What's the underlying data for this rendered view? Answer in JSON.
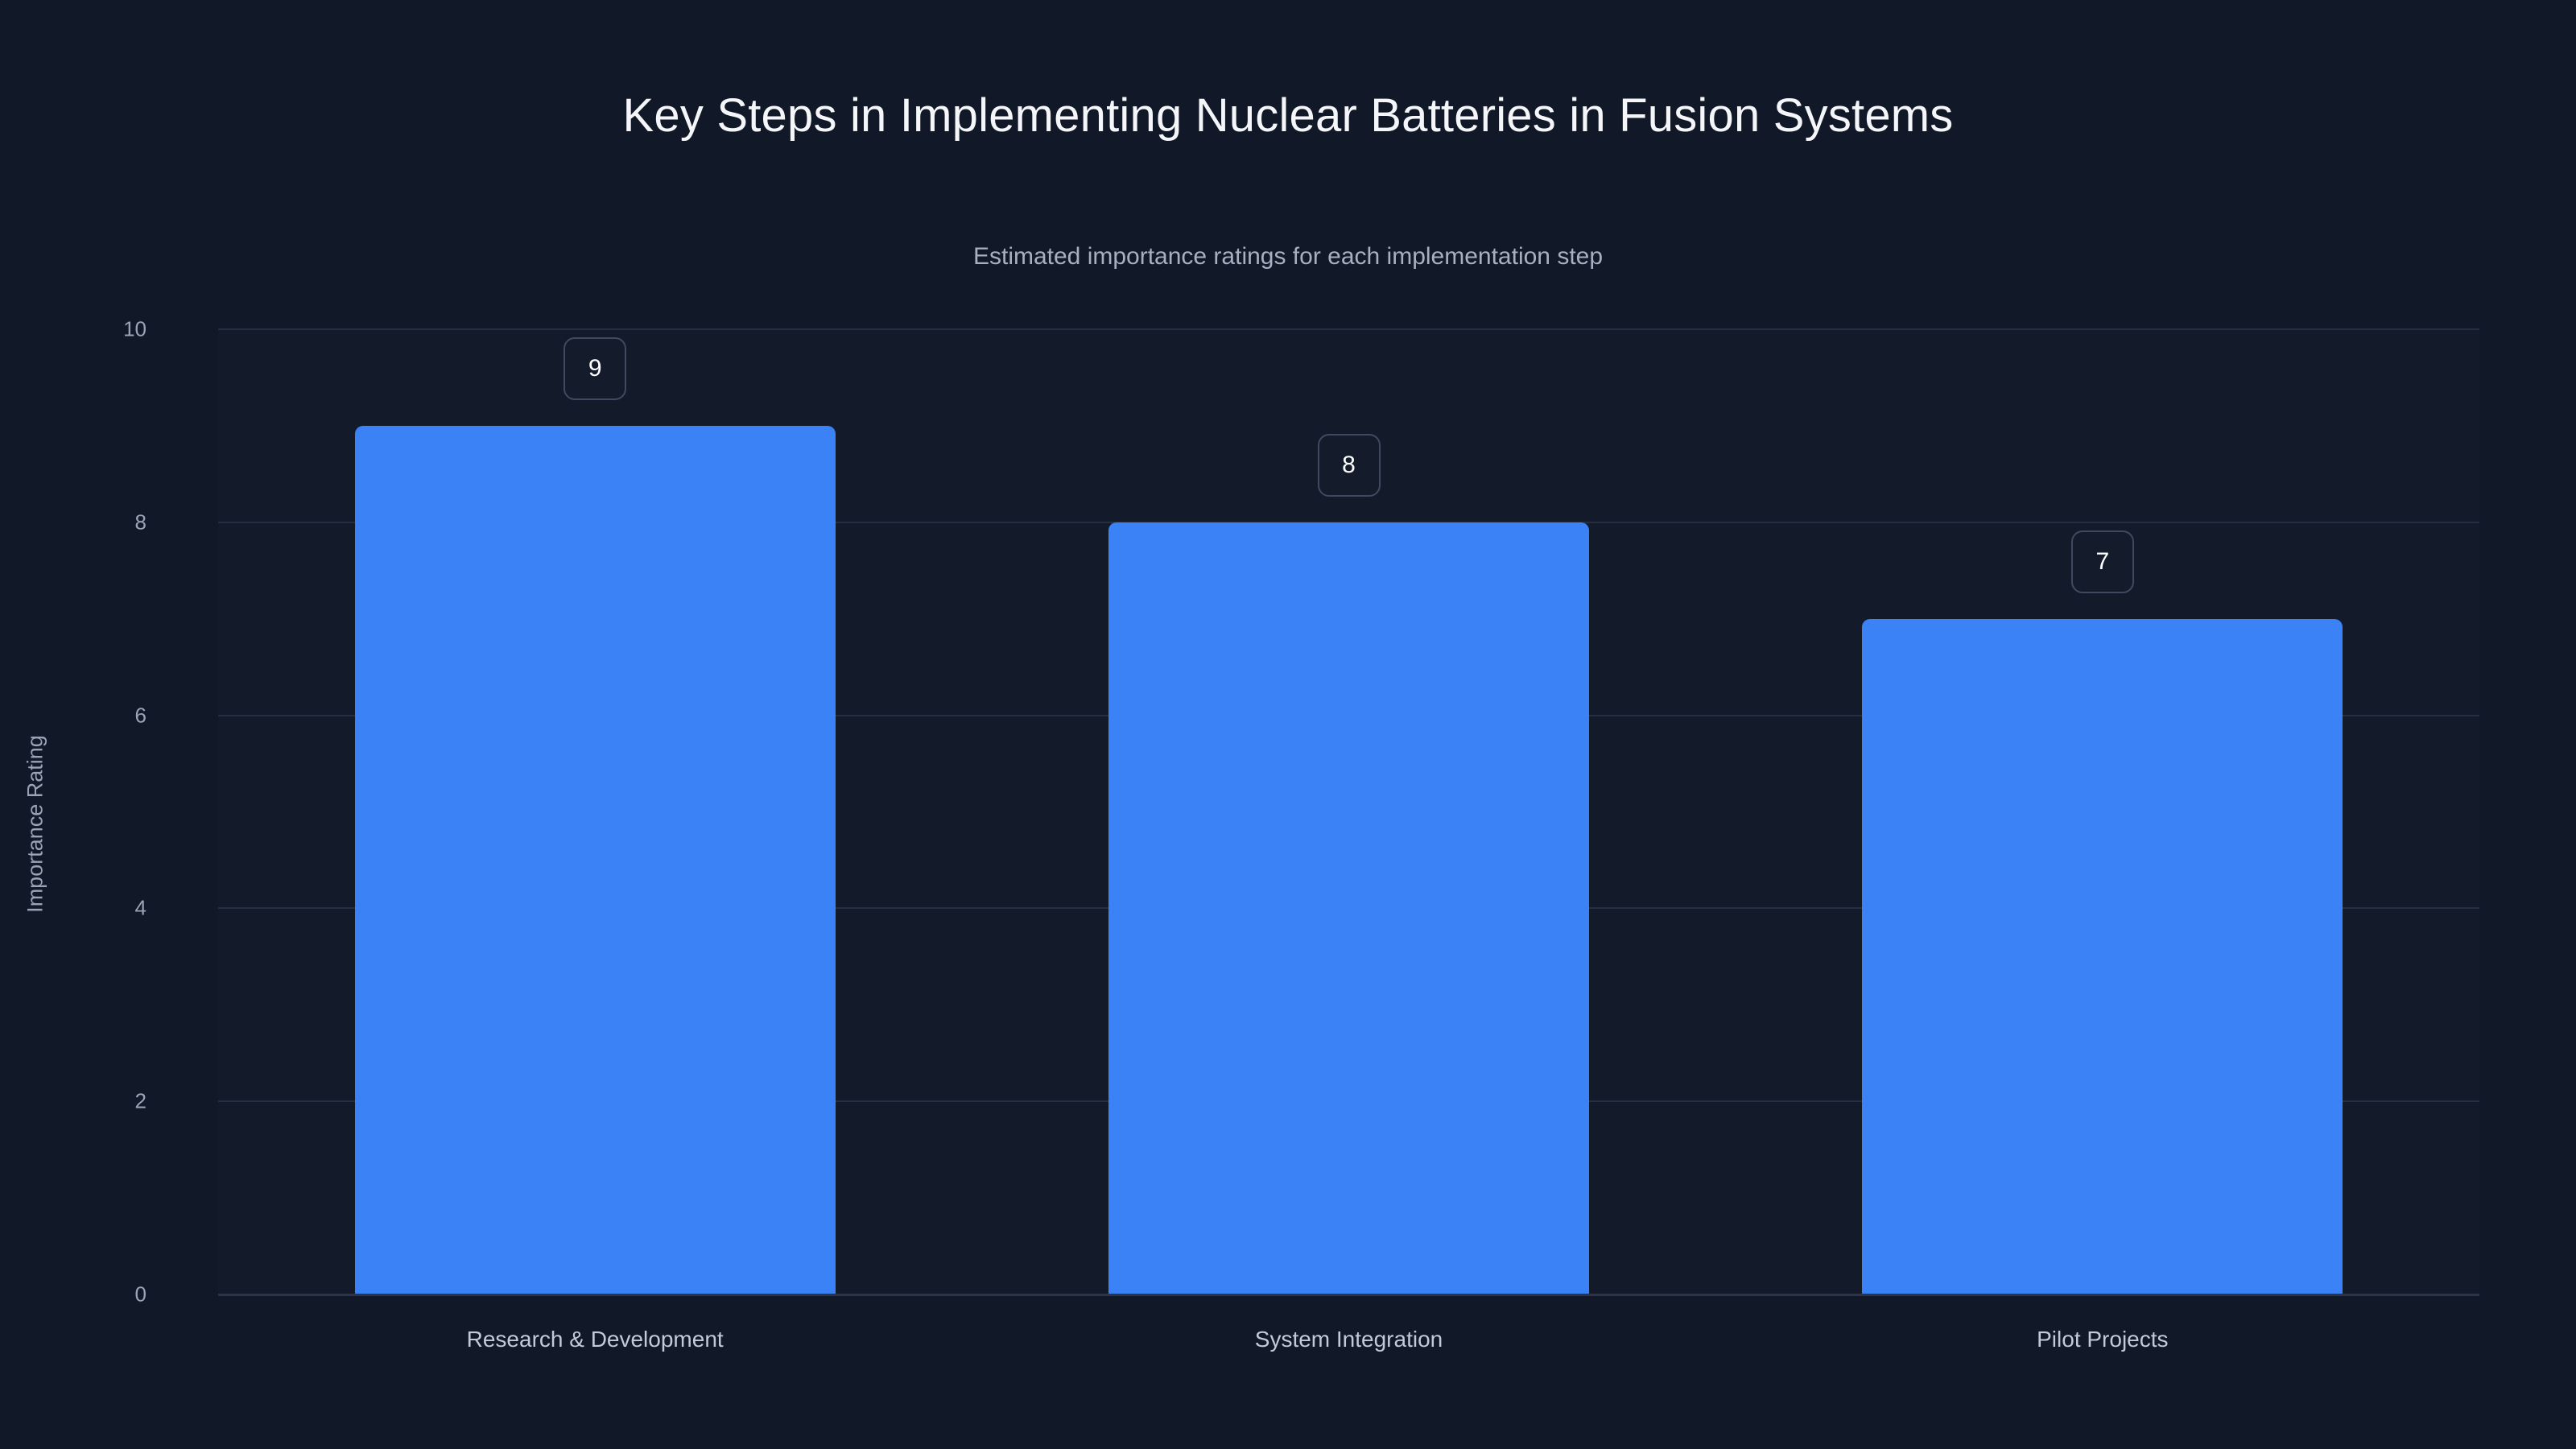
{
  "chart_data": {
    "type": "bar",
    "title": "Key Steps in Implementing Nuclear Batteries in Fusion Systems",
    "subtitle": "Estimated importance ratings for each implementation step",
    "xlabel": "",
    "ylabel": "Importance Rating",
    "categories": [
      "Research & Development",
      "System Integration",
      "Pilot Projects"
    ],
    "values": [
      9,
      8,
      7
    ],
    "value_labels": [
      "9",
      "8",
      "7"
    ],
    "ylim": [
      0,
      10
    ],
    "yticks": [
      0,
      2,
      4,
      6,
      8,
      10
    ],
    "ytick_labels": [
      "0",
      "2",
      "4",
      "6",
      "8",
      "10"
    ],
    "grid": true,
    "grid_axis": "y",
    "legend": false,
    "legend_position": "none",
    "bar_color": "#3b82f6",
    "background_color": "#111827",
    "plot_background_color": "#131b2b",
    "gridline_color": "#252e42",
    "title_color": "#f4f6fa",
    "subtitle_color": "#a7b0c0",
    "tick_label_color": "#9aa4b6",
    "category_label_color": "#c2cada",
    "badge_border_color": "#3f4a60",
    "badge_text_color": "#ffffff"
  }
}
